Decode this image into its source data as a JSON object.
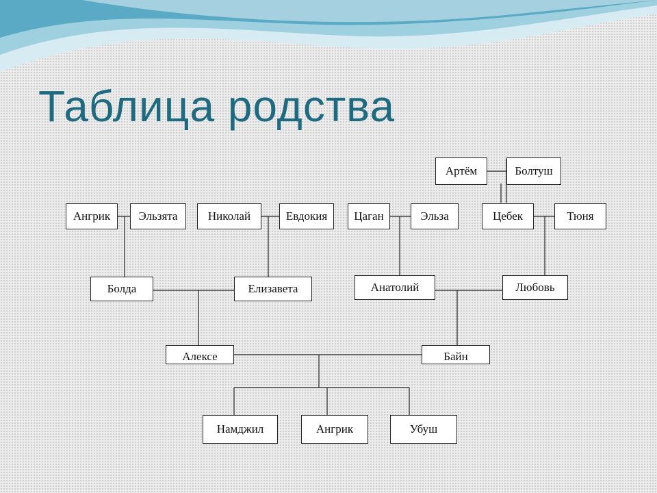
{
  "title": "Таблица родства",
  "people": {
    "artem": "Артём",
    "boltush": "Болтуш",
    "angrik1": "Ангрик",
    "elzyata": "Эльзята",
    "nikolay": "Николай",
    "evdokiya": "Евдокия",
    "tsagan": "Цаган",
    "elza": "Эльза",
    "tsebek": "Цебек",
    "tyunya": "Тюня",
    "bolda": "Болда",
    "elizaveta": "Елизавета",
    "anatoliy": "Анатолий",
    "lyubov": "Любовь",
    "aleksey": "Алексе",
    "bayn": "Байн",
    "namdzhil": "Намджил",
    "angrik2": "Ангрик",
    "ubush": "Убуш"
  },
  "colors": {
    "title": "#1e6a80",
    "wave_light": "#bfe0ea",
    "wave_mid": "#7cc0d6",
    "wave_dark": "#3f95b4"
  }
}
